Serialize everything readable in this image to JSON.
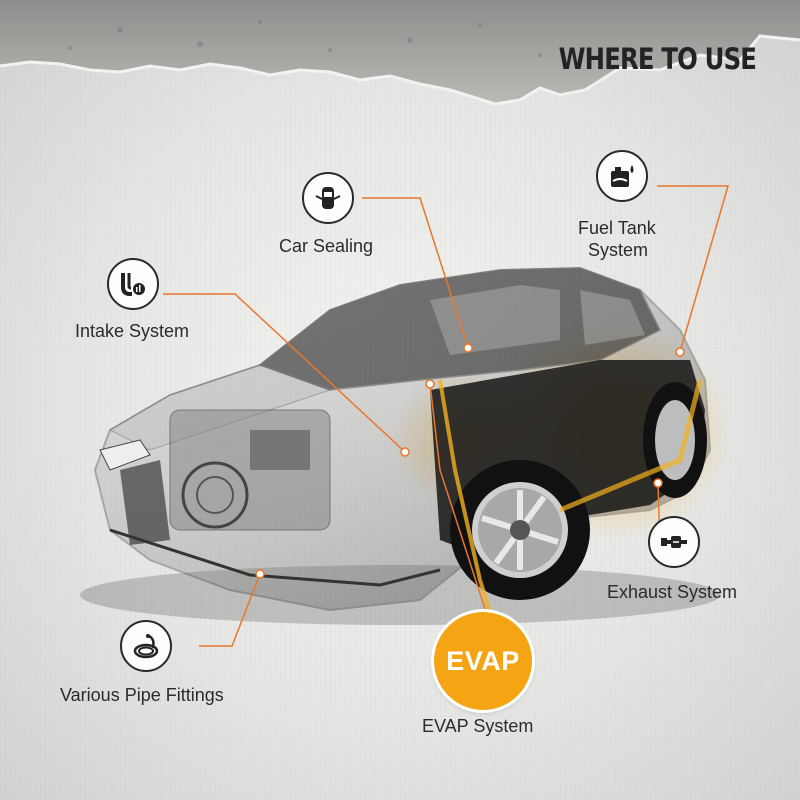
{
  "header": {
    "title": "WHERE TO USE"
  },
  "callouts": {
    "car_sealing": {
      "label": "Car Sealing",
      "icon": "car-door-icon"
    },
    "fuel_tank": {
      "label_line1": "Fuel Tank",
      "label_line2": "System",
      "icon": "fuel-tank-icon"
    },
    "intake": {
      "label": "Intake System",
      "icon": "intake-pipe-icon"
    },
    "exhaust": {
      "label": "Exhaust System",
      "icon": "exhaust-pipe-icon"
    },
    "pipe_fittings": {
      "label": "Various Pipe Fittings",
      "icon": "coiled-hose-icon"
    },
    "evap": {
      "badge": "EVAP",
      "label": "EVAP System"
    }
  },
  "colors": {
    "accent_line": "#e8772a",
    "evap_orange": "#f5a514",
    "text": "#2b2b2b",
    "highlight_glow": "#f2b01e"
  }
}
